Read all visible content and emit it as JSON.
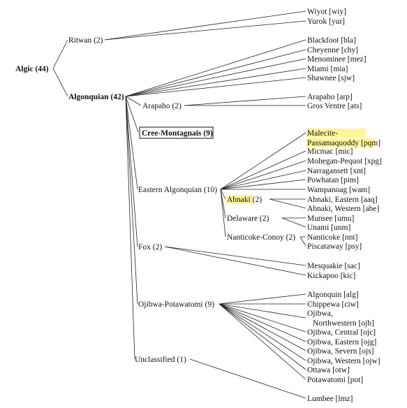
{
  "tree": {
    "root": "Algic (44)",
    "groups": {
      "ritwan": "Ritwan (2)",
      "algonquian": "Algonquian (42)",
      "arapaho": "Arapaho (2)",
      "cree": "Cree-Montagnais (9)",
      "eastern": "Eastern Algonquian (10)",
      "abnaki": "Abnaki",
      "abnaki_count": " (2)",
      "delaware": "Delaware (2)",
      "nanticoke": "Nanticoke-Conoy (2)",
      "fox": "Fox (2)",
      "ojibwa": "Ojibwa-Potawatomi (9)",
      "unclassified": "Unclassified (1)"
    },
    "leaves": {
      "wiyot": "Wiyot [wiy]",
      "yurok": "Yurok [yur]",
      "blackfoot": "Blackfoot [bla]",
      "cheyenne": "Cheyenne [chy]",
      "menominee": "Menominee [mez]",
      "miami": "Miami [mia]",
      "shawnee": "Shawnee [sjw]",
      "arapaho": "Arapaho [arp]",
      "grosventre": "Gros Ventre [ats]",
      "malecite1": "Malecite-",
      "malecite2": "Passamaquoddy",
      "malecite_code": " [pqm]",
      "micmac": "Micmac [mic]",
      "mohegan": "Mohegan-Pequot [xpg]",
      "narragansett": "Narragansett [xnt]",
      "powhatan": "Powhatan [pim]",
      "wampanoag": "Wampanoag [wam]",
      "abnaki_e": "Abnaki, Eastern [aaq]",
      "abnaki_w": "Abnaki, Western [abe]",
      "munsee": "Munsee [umu]",
      "unami": "Unami [unm]",
      "nanticoke": "Nanticoke [nnt]",
      "piscataway": "Piscataway [psy]",
      "mesquakie": "Mesquakie [sac]",
      "kickapoo": "Kickapoo [kic]",
      "algonquin": "Algonquin [alg]",
      "chippewa": "Chippewa [ciw]",
      "ojibwa_nw1": "Ojibwa,",
      "ojibwa_nw2": "Northwestern [ojb]",
      "ojibwa_c": "Ojibwa, Central [ojc]",
      "ojibwa_e": "Ojibwa, Eastern [ojg]",
      "ojibwa_s": "Ojibwa, Severn [ojs]",
      "ojibwa_w": "Ojibwa, Western [ojw]",
      "ottawa": "Ottawa [otw]",
      "potawatomi": "Potawatomi [pot]",
      "lumbee": "Lumbee [lmz]"
    },
    "highlight_color": "#fff59a"
  }
}
